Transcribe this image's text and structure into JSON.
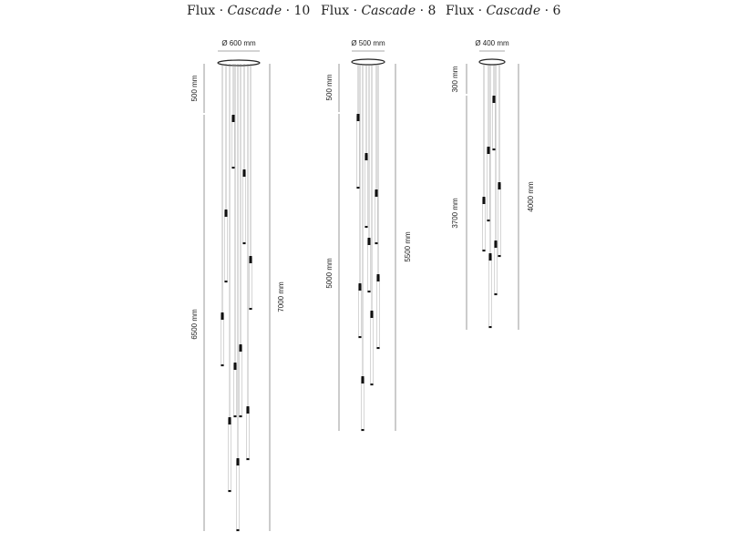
{
  "fixtures": [
    {
      "family": "Flux",
      "collection": "Cascade",
      "number": "10",
      "diameter": "Ø 600 mm",
      "drop_top": "500 mm",
      "drop_bottom": "6500 mm",
      "total_height": "7000 mm"
    },
    {
      "family": "Flux",
      "collection": "Cascade",
      "number": "8",
      "diameter": "Ø 500 mm",
      "drop_top": "500 mm",
      "drop_bottom": "5000 mm",
      "total_height": "5500 mm"
    },
    {
      "family": "Flux",
      "collection": "Cascade",
      "number": "6",
      "diameter": "Ø 400 mm",
      "drop_top": "300 mm",
      "drop_bottom": "3700 mm",
      "total_height": "4000 mm"
    }
  ],
  "separator": "·",
  "colors": {
    "ink": "#222222",
    "line": "#555555",
    "tube": "#bbbbbb"
  }
}
